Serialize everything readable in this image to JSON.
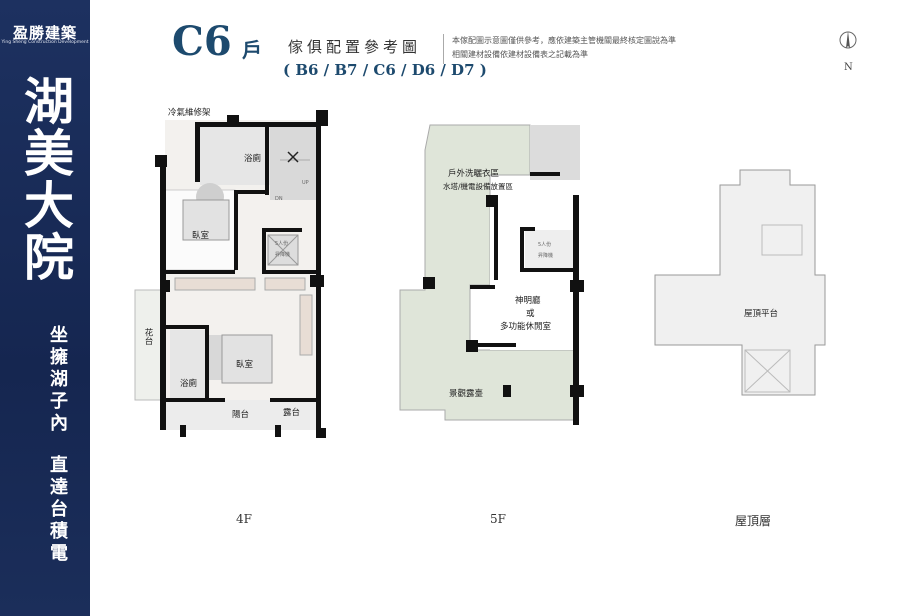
{
  "brand": {
    "logo": "盈勝建築",
    "logo_sub": "Ying Sheng Construction Development"
  },
  "project": {
    "name": "湖美大院",
    "slogan_1": "坐擁湖子內",
    "slogan_2": "直達台積電"
  },
  "header": {
    "unit": "C6",
    "unit_suffix": "戶",
    "subtitle": "傢俱配置參考圖",
    "types": "( B6 / B7 / C6 / D6 / D7 )",
    "note_1": "本傢配圖示意圖僅供參考，應依建築主管機關最終核定圖說為準",
    "note_2": "相關建材設備依建材設備表之記載為準"
  },
  "compass": {
    "label": "N"
  },
  "floors": [
    {
      "label": "4F",
      "rooms": [
        "冷氣維修架",
        "浴廁",
        "臥室",
        "5人份",
        "昇降機",
        "花台",
        "臥室",
        "浴廁",
        "陽台",
        "露台"
      ],
      "stairs": [
        "UP",
        "DN"
      ]
    },
    {
      "label": "5F",
      "rooms": [
        "戶外洗曬衣區",
        "水塔/機電設備放置區",
        "5人份",
        "昇降機",
        "神明廳",
        "或",
        "多功能休閒室",
        "景觀露臺"
      ]
    },
    {
      "label": "屋頂層",
      "rooms": [
        "屋頂平台"
      ]
    }
  ],
  "colors": {
    "sidebar": "#1b2e5a",
    "title": "#1d4a6e",
    "terrace": "#dfe5d9"
  }
}
